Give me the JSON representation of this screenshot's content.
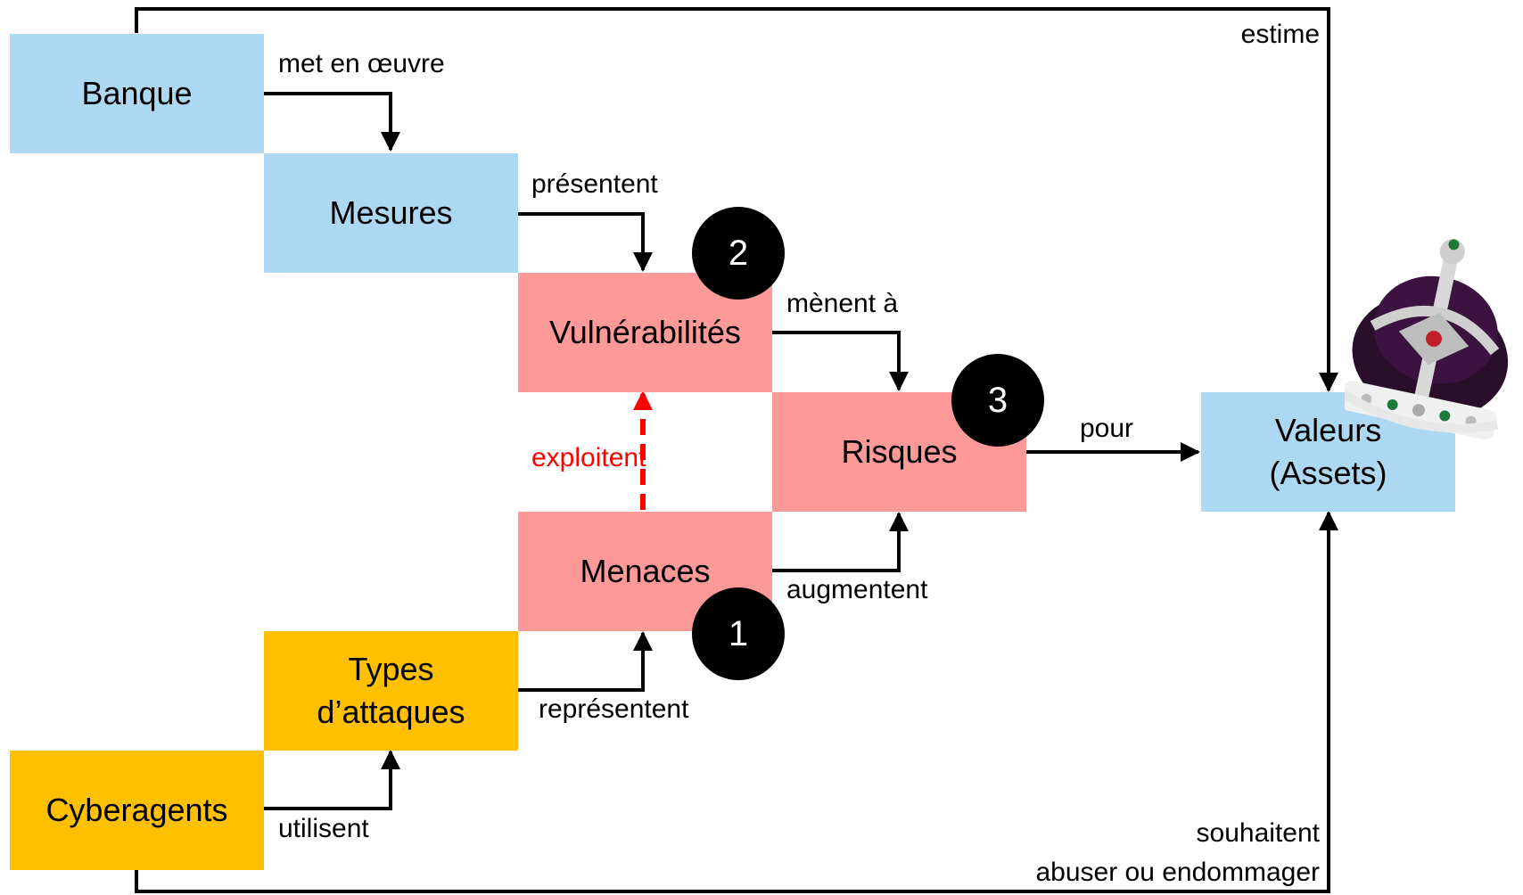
{
  "boxes": {
    "banque": "Banque",
    "mesures": "Mesures",
    "vulnerabilites": "Vulnérabilités",
    "risques": "Risques",
    "menaces": "Menaces",
    "types_line1": "Types",
    "types_line2": "d’attaques",
    "cyberagents": "Cyberagents",
    "valeurs_line1": "Valeurs",
    "valeurs_line2": "(Assets)"
  },
  "edges": {
    "met_en_oeuvre": "met en œuvre",
    "presentent": "présentent",
    "menent_a": "mènent à",
    "pour": "pour",
    "exploitent": "exploitent",
    "augmentent": "augmentent",
    "representent": "représentent",
    "utilisent": "utilisent",
    "estime": "estime",
    "souhaitent": "souhaitent",
    "abuser": "abuser ou endommager"
  },
  "badges": {
    "one": "1",
    "two": "2",
    "three": "3"
  },
  "colors": {
    "blue_box": "#acd9f1",
    "pink_box": "#fe9999",
    "gold_box": "#fec000",
    "exploit_arrow": "#ff0000"
  },
  "images": {
    "crown": "crown-image"
  }
}
